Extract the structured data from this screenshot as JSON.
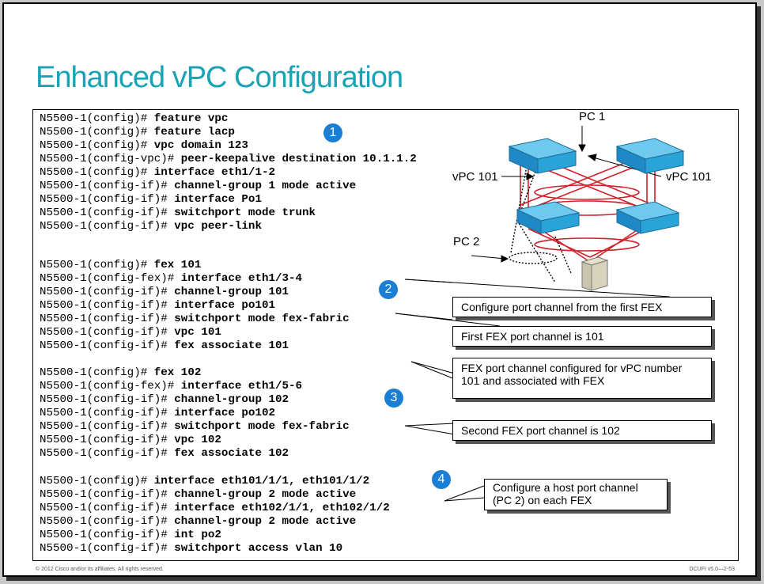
{
  "title": "Enhanced vPC Configuration",
  "code_blocks": [
    [
      {
        "p": "N5500-1(config)# ",
        "c": "feature vpc"
      },
      {
        "p": "N5500-1(config)# ",
        "c": "feature lacp"
      },
      {
        "p": "N5500-1(config)# ",
        "c": "vpc domain 123"
      },
      {
        "p": "N5500-1(config-vpc)# ",
        "c": "peer-keepalive destination 10.1.1.2"
      },
      {
        "p": "N5500-1(config)# ",
        "c": "interface eth1/1-2"
      },
      {
        "p": "N5500-1(config-if)# ",
        "c": "channel-group 1 mode active"
      },
      {
        "p": "N5500-1(config-if)# ",
        "c": "interface Po1"
      },
      {
        "p": "N5500-1(config-if)# ",
        "c": "switchport mode trunk"
      },
      {
        "p": "N5500-1(config-if)# ",
        "c": "vpc peer-link"
      }
    ],
    [
      {
        "p": "N5500-1(config)# ",
        "c": "fex 101"
      },
      {
        "p": "N5500-1(config-fex)# ",
        "c": "interface eth1/3-4"
      },
      {
        "p": "N5500-1(config-if)# ",
        "c": "channel-group 101"
      },
      {
        "p": "N5500-1(config-if)# ",
        "c": "interface po101"
      },
      {
        "p": "N5500-1(config-if)# ",
        "c": "switchport mode fex-fabric"
      },
      {
        "p": "N5500-1(config-if)# ",
        "c": "vpc 101"
      },
      {
        "p": "N5500-1(config-if)# ",
        "c": "fex associate 101"
      }
    ],
    [
      {
        "p": "N5500-1(config)# ",
        "c": "fex 102"
      },
      {
        "p": "N5500-1(config-fex)# ",
        "c": "interface eth1/5-6"
      },
      {
        "p": "N5500-1(config-if)# ",
        "c": "channel-group 102"
      },
      {
        "p": "N5500-1(config-if)# ",
        "c": "interface po102"
      },
      {
        "p": "N5500-1(config-if)# ",
        "c": "switchport mode fex-fabric"
      },
      {
        "p": "N5500-1(config-if)# ",
        "c": "vpc 102"
      },
      {
        "p": "N5500-1(config-if)# ",
        "c": "fex associate 102"
      }
    ],
    [
      {
        "p": "N5500-1(config)# ",
        "c": "interface eth101/1/1, eth101/1/2"
      },
      {
        "p": "N5500-1(config-if)# ",
        "c": "channel-group 2 mode active"
      },
      {
        "p": "N5500-1(config-if)# ",
        "c": "interface eth102/1/1, eth102/1/2"
      },
      {
        "p": "N5500-1(config-if)# ",
        "c": "channel-group 2 mode active"
      },
      {
        "p": "N5500-1(config-if)# ",
        "c": "int po2"
      },
      {
        "p": "N5500-1(config-if)# ",
        "c": "switchport access vlan 10"
      }
    ]
  ],
  "badges": [
    "1",
    "2",
    "3",
    "4"
  ],
  "callouts": [
    "Configure port channel from the first FEX",
    "First FEX port channel is 101",
    "FEX port channel configured for vPC number 101 and associated with FEX",
    "Second FEX port channel is 102",
    "Configure  a host port channel (PC 2) on each FEX"
  ],
  "diagram": {
    "pc1": "PC 1",
    "pc2": "PC 2",
    "vpc_left": "vPC 101",
    "vpc_right": "vPC 101"
  },
  "footer": {
    "left": "© 2012 Cisco and/or its affiliates. All rights reserved.",
    "right": "DCUFI v5.0—2-53"
  },
  "colors": {
    "title": "#1aa3b4",
    "badge": "#1a7fd4",
    "link": "#d0202a",
    "switch": "#2aa3d8"
  }
}
